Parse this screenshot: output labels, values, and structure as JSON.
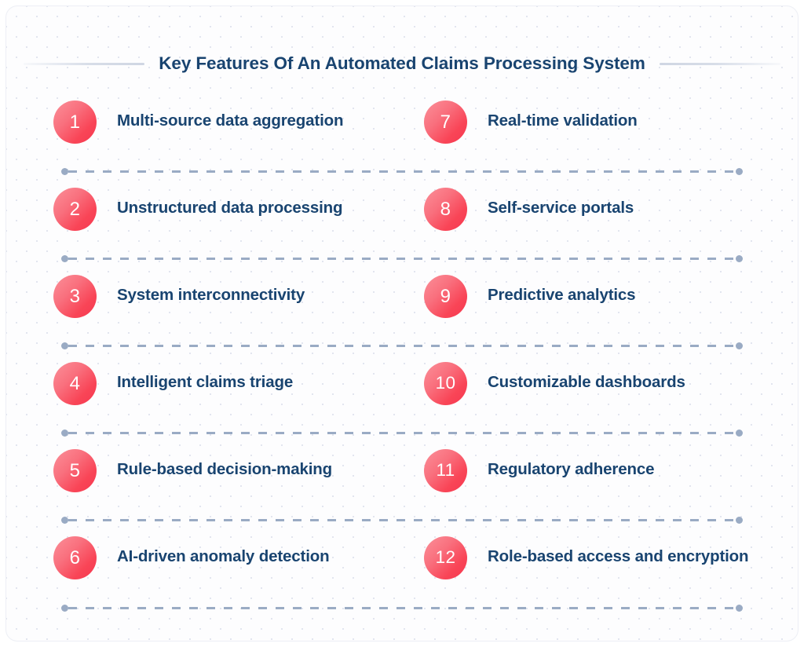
{
  "title": "Key Features Of An Automated Claims Processing System",
  "colors": {
    "title_text": "#194470",
    "item_text": "#194470",
    "badge_gradient_start": "#fb9099",
    "badge_gradient_end": "#f63850",
    "badge_number": "#ffffff",
    "separator": "#9aabc4",
    "card_background": "#fdfdfe",
    "dot_pattern": "#e2e5ef"
  },
  "rows": [
    {
      "left": {
        "number": "1",
        "label": "Multi-source data aggregation"
      },
      "right": {
        "number": "7",
        "label": "Real-time validation"
      }
    },
    {
      "left": {
        "number": "2",
        "label": "Unstructured data processing"
      },
      "right": {
        "number": "8",
        "label": "Self-service portals"
      }
    },
    {
      "left": {
        "number": "3",
        "label": "System interconnectivity"
      },
      "right": {
        "number": "9",
        "label": "Predictive analytics"
      }
    },
    {
      "left": {
        "number": "4",
        "label": "Intelligent claims triage"
      },
      "right": {
        "number": "10",
        "label": "Customizable dashboards"
      }
    },
    {
      "left": {
        "number": "5",
        "label": "Rule-based decision-making"
      },
      "right": {
        "number": "11",
        "label": "Regulatory adherence"
      }
    },
    {
      "left": {
        "number": "6",
        "label": "AI-driven anomaly detection"
      },
      "right": {
        "number": "12",
        "label": "Role-based access and encryption"
      }
    }
  ]
}
